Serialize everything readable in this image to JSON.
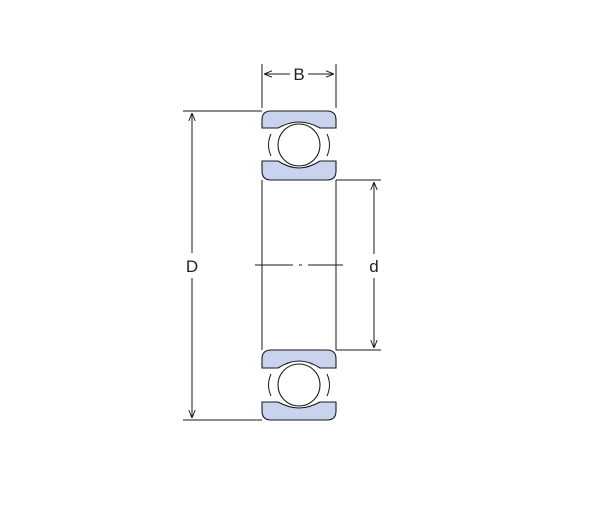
{
  "diagram": {
    "labels": {
      "width": "B",
      "outer_diameter": "D",
      "bore_diameter": "d"
    },
    "colors": {
      "ring_fill": "#c9d3ee",
      "ball_fill": "#ffffff",
      "line": "#1a1a1a",
      "background": "#ffffff"
    }
  }
}
